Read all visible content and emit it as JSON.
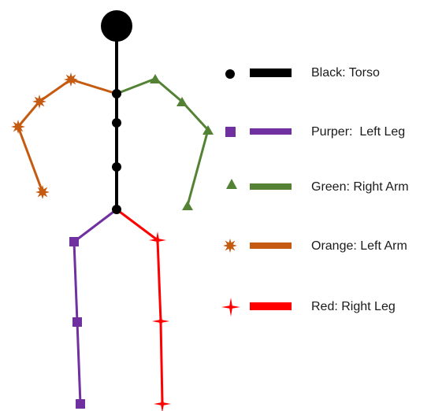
{
  "figure": {
    "colors": {
      "torso": "#000000",
      "left_leg": "#7030a0",
      "right_arm": "#548235",
      "left_arm": "#c55a11",
      "right_leg": "#ff0000"
    },
    "markers": {
      "torso": "circle",
      "left_leg": "square",
      "right_arm": "triangle",
      "left_arm": "star",
      "right_leg": "four-point-star"
    }
  },
  "legend": {
    "items": [
      {
        "label": "Black: Torso",
        "color": "#000000",
        "marker": "circle"
      },
      {
        "label": "Purper:  Left Leg",
        "color": "#7030a0",
        "marker": "square"
      },
      {
        "label": "Green: Right Arm",
        "color": "#548235",
        "marker": "triangle"
      },
      {
        "label": "Orange: Left Arm",
        "color": "#c55a11",
        "marker": "star"
      },
      {
        "label": "Red: Right Leg",
        "color": "#ff0000",
        "marker": "four-point-star"
      }
    ]
  }
}
